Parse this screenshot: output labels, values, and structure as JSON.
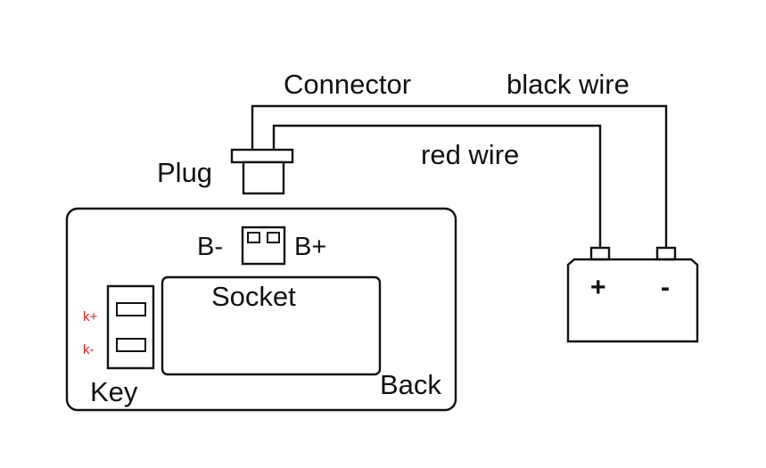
{
  "labels": {
    "connector": "Connector",
    "black_wire": "black wire",
    "red_wire": "red wire",
    "plug": "Plug",
    "b_minus": "B-",
    "b_plus": "B+",
    "socket": "Socket",
    "k_plus": "k+",
    "k_minus": "k-",
    "key": "Key",
    "back": "Back",
    "battery_plus": "+",
    "battery_minus": "-"
  },
  "colors": {
    "line": "#111111",
    "key_pin_labels": "#d42020",
    "background": "#ffffff"
  }
}
